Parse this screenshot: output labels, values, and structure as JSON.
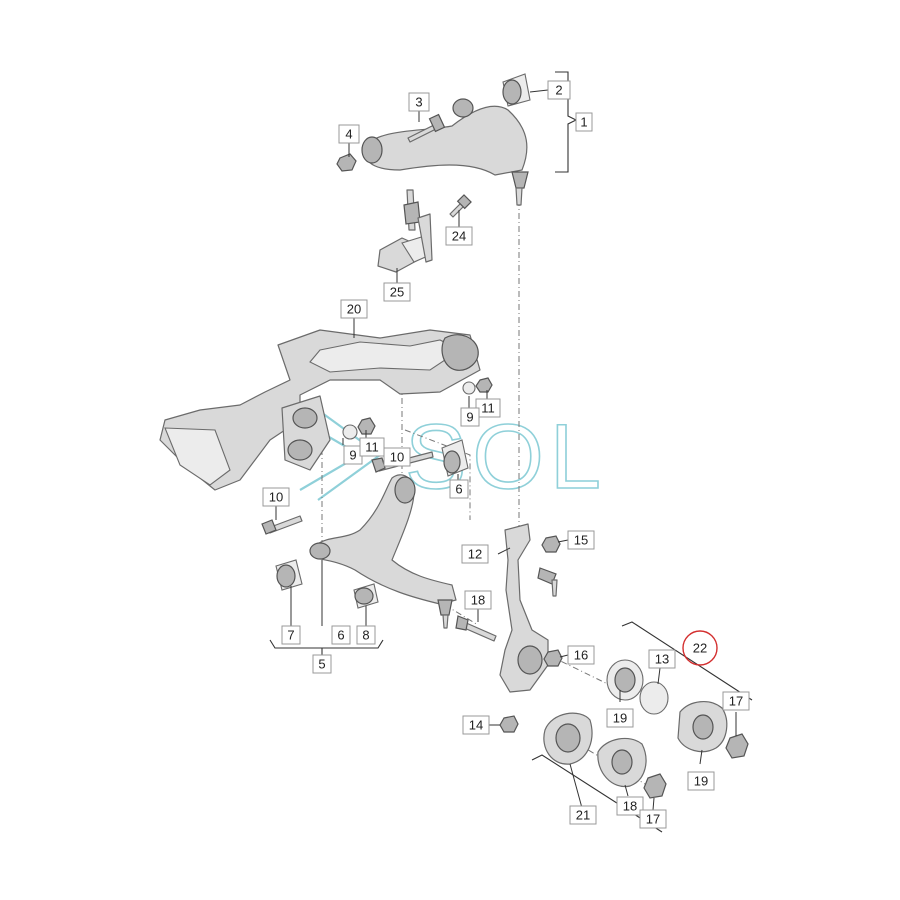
{
  "watermark": {
    "text": "SOL",
    "color": "#8fd0d9"
  },
  "highlight_color": "#d32f2f",
  "callouts": {
    "c1": "1",
    "c2": "2",
    "c3": "3",
    "c4": "4",
    "c5": "5",
    "c6a": "6",
    "c6b": "6",
    "c7": "7",
    "c8": "8",
    "c9a": "9",
    "c9b": "9",
    "c10a": "10",
    "c10b": "10",
    "c11a": "11",
    "c11b": "11",
    "c12": "12",
    "c13": "13",
    "c14": "14",
    "c15": "15",
    "c16": "16",
    "c17a": "17",
    "c17b": "17",
    "c18a": "18",
    "c18b": "18",
    "c19a": "19",
    "c19b": "19",
    "c20": "20",
    "c21": "21",
    "c22": "22",
    "c24": "24",
    "c25": "25"
  }
}
